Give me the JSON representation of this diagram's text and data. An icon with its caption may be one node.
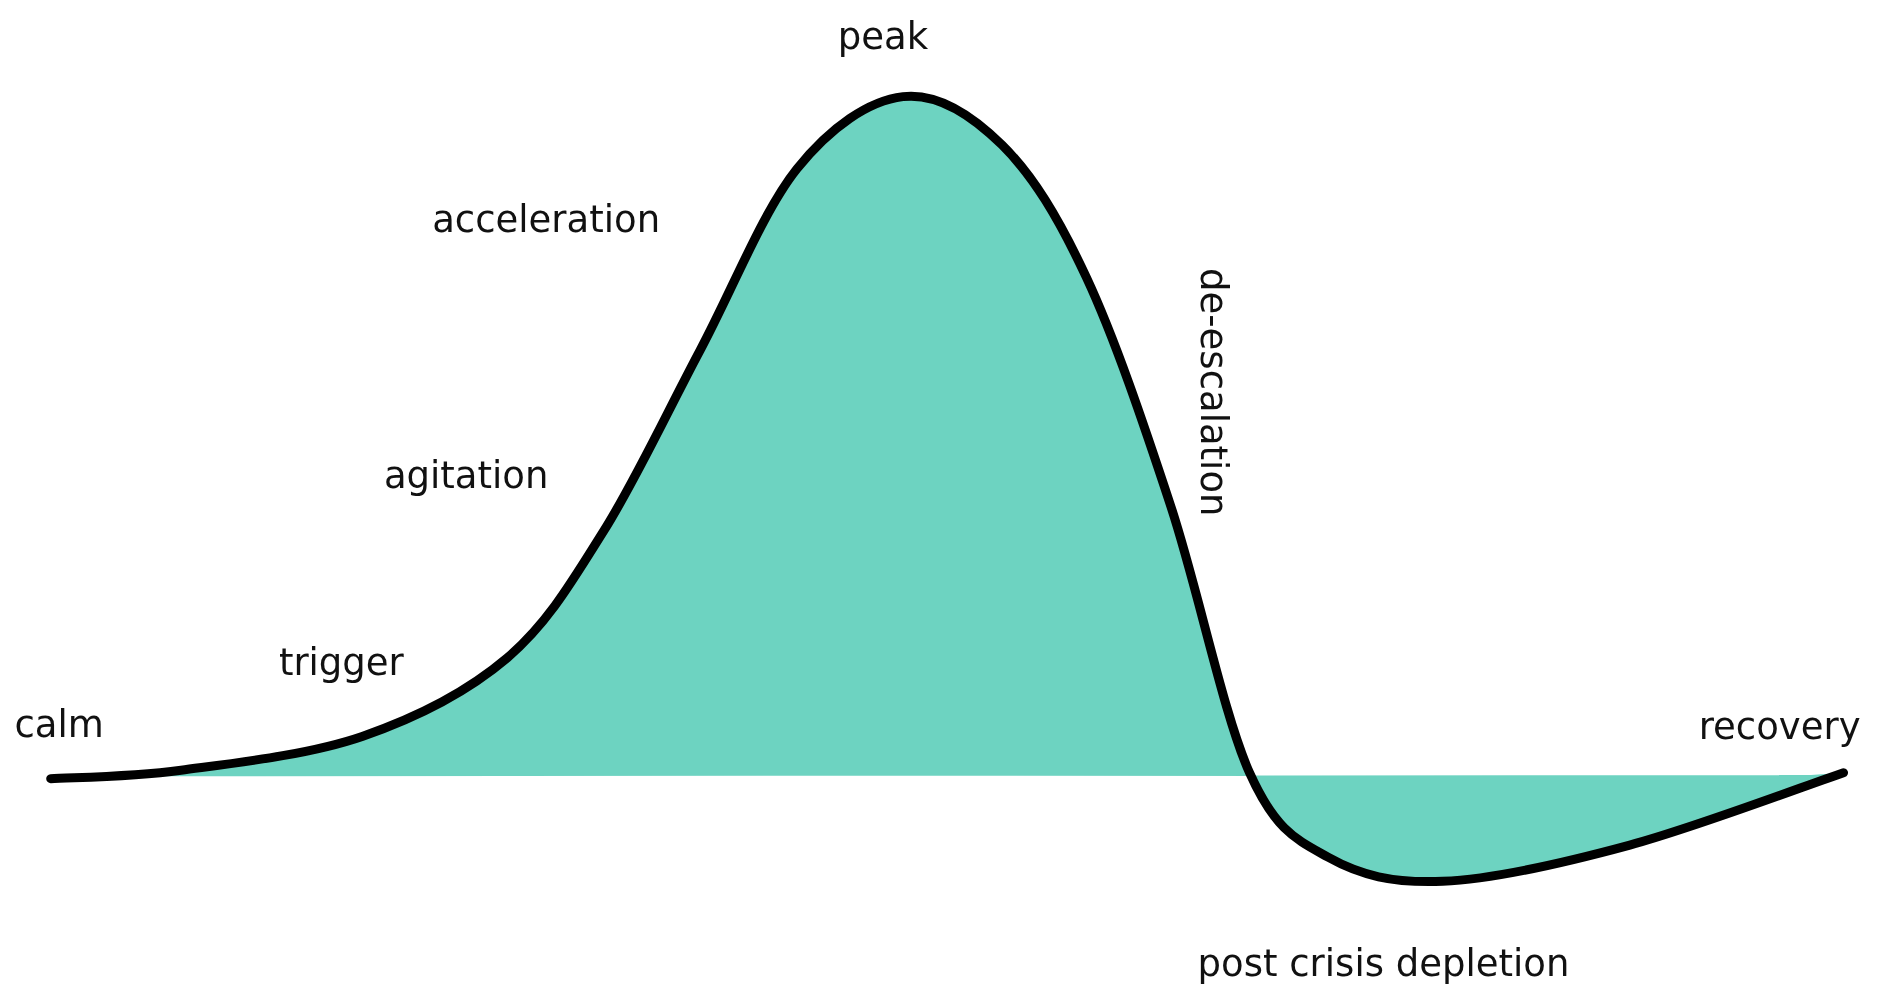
{
  "diagram": {
    "labels": [
      "peak",
      "acceleration",
      "de-escalation",
      "agitation",
      "trigger",
      "calm",
      "recovery",
      "post crisis depletion"
    ]
  }
}
